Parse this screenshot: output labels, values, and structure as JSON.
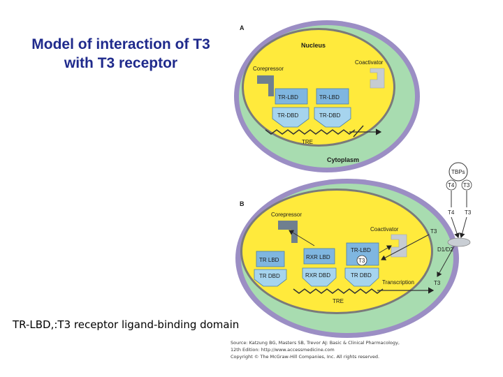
{
  "title_line1": "Model of interaction of T3",
  "title_line2": "with T3 receptor",
  "caption": "TR-LBD,:T3 receptor ligand-binding domain",
  "source_lines": [
    "Source: Katzung BG, Masters SB, Trevor AJ: Basic & Clinical Pharmacology,",
    "12th Edition: http://www.accessmedicine.com",
    "Copyright © The McGraw-Hill Companies, Inc. All rights reserved."
  ],
  "panel_a": {
    "letter": "A",
    "nucleus": "Nucleus",
    "cytoplasm": "Cytoplasm",
    "corepressor": "Corepressor",
    "coactivator": "Coactivator",
    "tr_lbd_left": "TR-LBD",
    "tr_lbd_right": "TR-LBD",
    "tr_dbd_left": "TR-DBD",
    "tr_dbd_right": "TR-DBD",
    "tre": "TRE"
  },
  "panel_b": {
    "letter": "B",
    "corepressor": "Corepressor",
    "coactivator": "Coactivator",
    "tr_lbd": "TR LBD",
    "tr_dbd": "TR DBD",
    "rxr_lbd": "RXR LBD",
    "rxr_dbd": "RXR DBD",
    "tr_lbd_right": "TR-LBD",
    "t3_bound": "T3",
    "tr_dbd_right": "TR DBD",
    "transcription": "Transcription",
    "tre": "TRE",
    "t3_upper": "T3",
    "t3_lower": "T3",
    "d1_d2": "D1/D2"
  },
  "outside": {
    "tbps": "TBPs",
    "t4_circle": "T4",
    "t3_circle": "T3",
    "t4_label": "T4",
    "t3_label": "T3"
  },
  "colors": {
    "membrane": "#9b8ec4",
    "cytoplasm": "#a8dcb0",
    "nucleus": "#ffea3c",
    "receptor_box": "#7fb6e0",
    "corepressor": "#6f7f8f",
    "coactivator": "#c6ccd2",
    "title": "#1f2a8c"
  }
}
